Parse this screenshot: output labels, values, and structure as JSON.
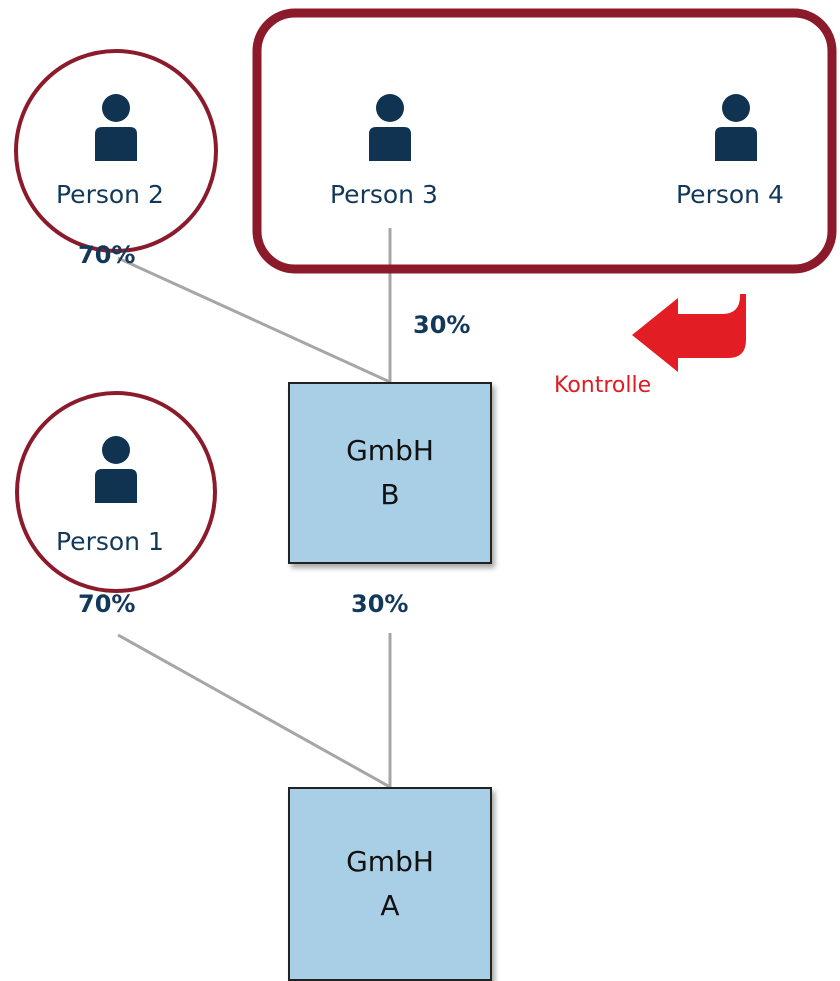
{
  "persons": [
    {
      "label": "Person 1"
    },
    {
      "label": "Person 2"
    },
    {
      "label": "Person 3"
    },
    {
      "label": "Person 4"
    }
  ],
  "companies": {
    "b": {
      "line1": "GmbH",
      "line2": "B"
    },
    "a": {
      "line1": "GmbH",
      "line2": "A"
    }
  },
  "shares": {
    "p2_to_b": "70%",
    "p3_to_b": "30%",
    "p1_to_a": "70%",
    "b_to_a": "30%"
  },
  "control_label": "Kontrolle",
  "colors": {
    "highlight_border": "#8b1a2b",
    "person_icon": "#0f3350",
    "text": "#12385a",
    "company_fill": "#a9cfe6",
    "connector": "#a6a6a6",
    "arrow": "#e21d24"
  },
  "icons": {
    "person": "person-icon",
    "arrow": "curved-arrow-left-icon"
  }
}
